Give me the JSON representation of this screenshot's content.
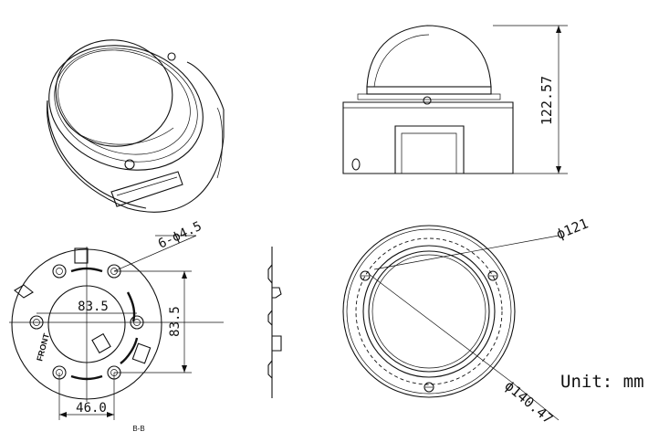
{
  "dimensions": {
    "height": "122.57",
    "screw_holes": "6-ϕ4.5",
    "hole_spacing_h": "83.5",
    "hole_spacing_v": "83.5",
    "width_small": "46.0",
    "outer_diameter": "ϕ140.47",
    "inner_diameter": "ϕ121"
  },
  "unit_label": "Unit: mm",
  "section_label": "B-B",
  "plate_label": "FRONT"
}
